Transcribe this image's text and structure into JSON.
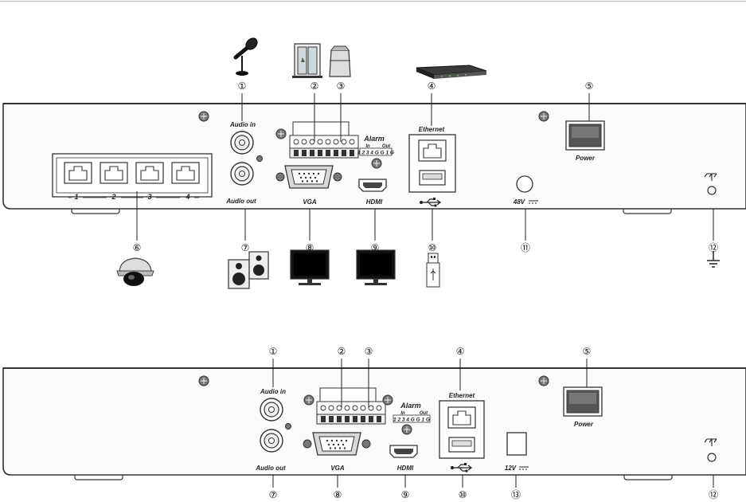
{
  "top_panel": {
    "labels": {
      "audio_in": "Audio in",
      "audio_out": "Audio out",
      "alarm": "Alarm",
      "alarm_in": "In",
      "alarm_out": "Out",
      "alarm_terminals": "1 2 3 4 G G 1 G",
      "vga": "VGA",
      "hdmi": "HDMI",
      "ethernet": "Ethernet",
      "power": "Power",
      "voltage": "48V"
    },
    "poe_ports": [
      "1",
      "2",
      "3",
      "4"
    ],
    "callouts": [
      "①",
      "②",
      "③",
      "④",
      "⑤",
      "⑥",
      "⑦",
      "⑧",
      "⑨",
      "⑩",
      "⑪",
      "⑫"
    ]
  },
  "bottom_panel": {
    "labels": {
      "audio_in": "Audio in",
      "audio_out": "Audio out",
      "alarm": "Alarm",
      "alarm_in": "In",
      "alarm_out": "Out",
      "alarm_terminals": "1 2 3 4 G G 1 G",
      "vga": "VGA",
      "hdmi": "HDMI",
      "ethernet": "Ethernet",
      "power": "Power",
      "voltage": "12V"
    },
    "callouts": [
      "①",
      "②",
      "③",
      "④",
      "⑤",
      "⑦",
      "⑧",
      "⑨",
      "⑩",
      "⑫",
      "⑬"
    ]
  }
}
